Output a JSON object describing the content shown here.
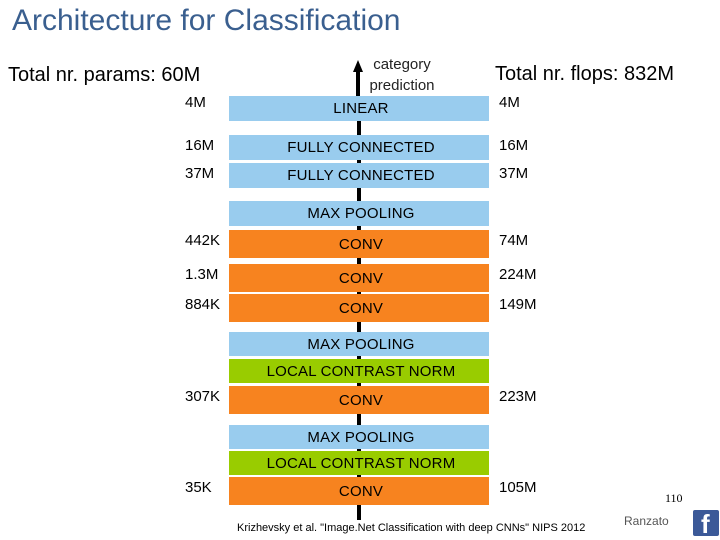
{
  "title": "Architecture for Classification",
  "params_header": "Total nr. params: 60M",
  "flops_header": "Total nr. flops: 832M",
  "output_label": "category prediction",
  "colors": {
    "title": "#3a5f8f",
    "blue_layer": "#99ccee",
    "orange_layer": "#f7831f",
    "green_layer": "#99cc00"
  },
  "layers": [
    {
      "label": "LINEAR",
      "kind": "fc",
      "params": "4M",
      "flops": "4M"
    },
    {
      "label": "FULLY CONNECTED",
      "kind": "fc",
      "params": "16M",
      "flops": "16M"
    },
    {
      "label": "FULLY CONNECTED",
      "kind": "fc",
      "params": "37M",
      "flops": "37M"
    },
    {
      "label": "MAX POOLING",
      "kind": "pool",
      "params": "",
      "flops": ""
    },
    {
      "label": "CONV",
      "kind": "conv",
      "params": "442K",
      "flops": "74M"
    },
    {
      "label": "CONV",
      "kind": "conv",
      "params": "1.3M",
      "flops": "224M"
    },
    {
      "label": "CONV",
      "kind": "conv",
      "params": "884K",
      "flops": "149M"
    },
    {
      "label": "MAX POOLING",
      "kind": "pool",
      "params": "",
      "flops": ""
    },
    {
      "label": "LOCAL CONTRAST NORM",
      "kind": "norm",
      "params": "",
      "flops": ""
    },
    {
      "label": "CONV",
      "kind": "conv",
      "params": "307K",
      "flops": "223M"
    },
    {
      "label": "MAX POOLING",
      "kind": "pool",
      "params": "",
      "flops": ""
    },
    {
      "label": "LOCAL CONTRAST NORM",
      "kind": "norm",
      "params": "",
      "flops": ""
    },
    {
      "label": "CONV",
      "kind": "conv",
      "params": "35K",
      "flops": "105M"
    }
  ],
  "citation": "Krizhevsky et al. \"Image.Net Classification with deep CNNs\" NIPS 2012",
  "page_number": "110",
  "author": "Ranzato",
  "social_icon": "facebook-icon"
}
